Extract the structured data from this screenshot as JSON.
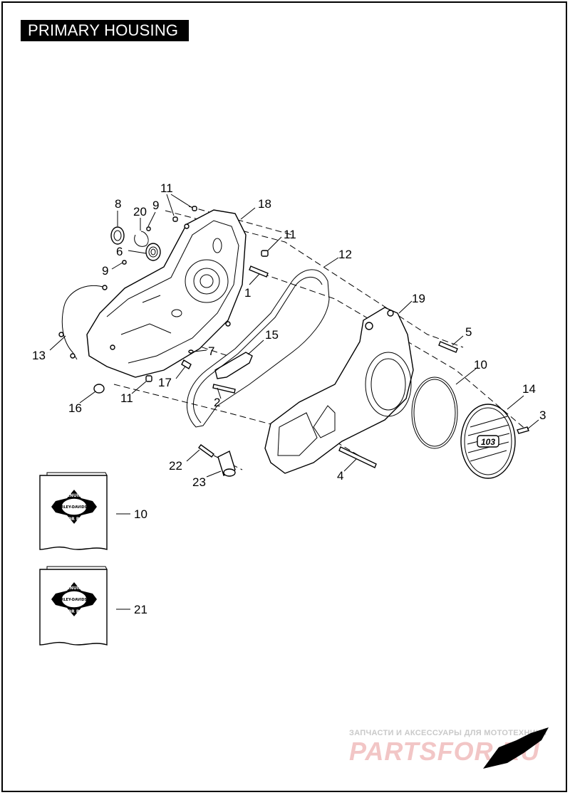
{
  "title": "PRIMARY HOUSING",
  "callouts": {
    "c1": "1",
    "c2": "2",
    "c3": "3",
    "c4": "4",
    "c5": "5",
    "c6": "6",
    "c7": "7",
    "c8": "8",
    "c9a": "9",
    "c9b": "9",
    "c10a": "10",
    "c10b": "10",
    "c11a": "11",
    "c11b": "11",
    "c11c": "11",
    "c12": "12",
    "c13": "13",
    "c14": "14",
    "c15": "15",
    "c16": "16",
    "c17": "17",
    "c18": "18",
    "c19": "19",
    "c20": "20",
    "c21": "21",
    "c22": "22",
    "c23": "23"
  },
  "cover_badge": "103",
  "package_label": {
    "line1": "GENUINE",
    "line2": "HARLEY-DAVIDSON",
    "line3": "MOTOR PARTS"
  },
  "watermark": {
    "tagline": "ЗАПЧАСТИ И АКСЕССУАРЫ ДЛЯ МОТОТЕХНИКИ",
    "brand": "PARTSFOR.RU"
  },
  "colors": {
    "line": "#000000",
    "watermark_red": "#f2c6c6",
    "watermark_gray": "#c9c9c9"
  }
}
